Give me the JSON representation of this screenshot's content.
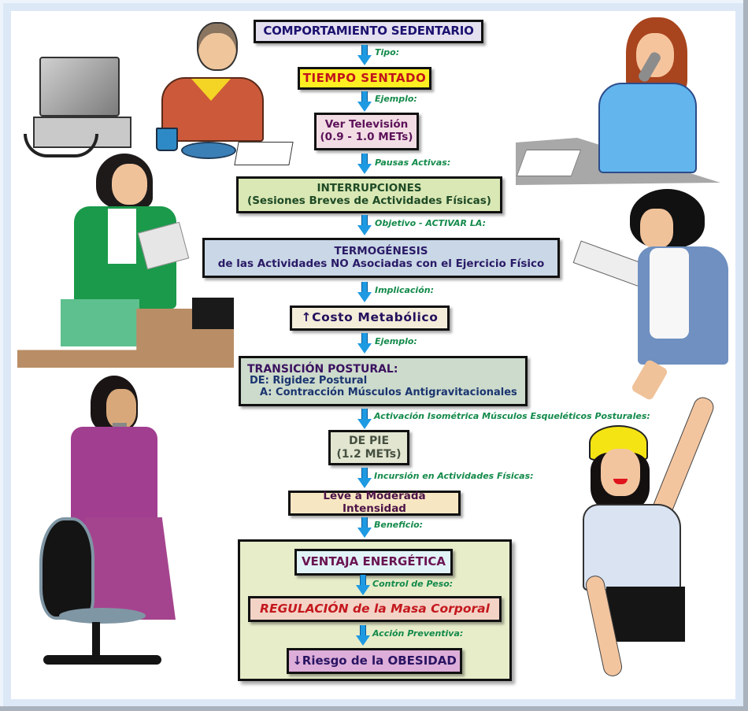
{
  "diagram": {
    "title": "COMPORTAMIENTO SEDENTARIO",
    "nodes": {
      "comportamiento": "COMPORTAMIENTO SEDENTARIO",
      "tiempo_sentado": "TIEMPO SENTADO",
      "ver_television": [
        "Ver Televisión",
        "(0.9 - 1.0 METs)"
      ],
      "interrupciones": [
        "INTERRUPCIONES",
        "(Sesiones Breves de Actividades Físicas)"
      ],
      "termogenesis": [
        "TERMOGÉNESIS",
        "de las Actividades NO Asociadas con el Ejercicio Físico"
      ],
      "costo_metabolico": {
        "icon": "up-arrow",
        "glyph": "↑",
        "text": "Costo Metabólico"
      },
      "transicion_postural": [
        "TRANSICIÓN POSTURAL:",
        "DE: Rigidez Postural",
        "A: Contracción Músculos Antigravitacionales"
      ],
      "de_pie": [
        "DE PIE",
        "(1.2 METs)"
      ],
      "leve_moderada": "Leve a Moderada Intensidad",
      "ventaja_energetica": "VENTAJA ENERGÉTICA",
      "regulacion": "REGULACIÓN de la Masa Corporal",
      "riesgo_obesidad": {
        "icon": "down-arrow",
        "glyph": "↓",
        "text": "Riesgo de la OBESIDAD"
      }
    },
    "edges": [
      {
        "from": "comportamiento",
        "to": "tiempo_sentado",
        "label": "Tipo:"
      },
      {
        "from": "tiempo_sentado",
        "to": "ver_television",
        "label": "Ejemplo:"
      },
      {
        "from": "ver_television",
        "to": "interrupciones",
        "label": "Pausas Activas:"
      },
      {
        "from": "interrupciones",
        "to": "termogenesis",
        "label": "Objetivo - ACTIVAR LA:"
      },
      {
        "from": "termogenesis",
        "to": "costo_metabolico",
        "label": "Implicación:"
      },
      {
        "from": "costo_metabolico",
        "to": "transicion_postural",
        "label": "Ejemplo:"
      },
      {
        "from": "transicion_postural",
        "to": "de_pie",
        "label": "Activación Isométrica Músculos Esqueléticos Posturales:"
      },
      {
        "from": "de_pie",
        "to": "leve_moderada",
        "label": "Incursión en Actividades Físicas:"
      },
      {
        "from": "leve_moderada",
        "to": "ventaja_energetica",
        "label": "Beneficio:"
      },
      {
        "from": "ventaja_energetica",
        "to": "regulacion",
        "label": "Control de Peso:"
      },
      {
        "from": "regulacion",
        "to": "riesgo_obesidad",
        "label": "Acción Preventiva:"
      }
    ]
  },
  "illustrations": [
    "woman-at-computer-with-coffee-and-donuts",
    "woman-on-phone-at-desk",
    "woman-in-green-jacket-reading",
    "woman-in-blue-jacket-reading",
    "woman-in-purple-suit-on-phone-with-chair",
    "woman-in-hard-hat-pointing"
  ],
  "colors": {
    "arrow": "#1e9ae2",
    "edge_label": "#138a4a",
    "frame": "#dde8f6"
  }
}
